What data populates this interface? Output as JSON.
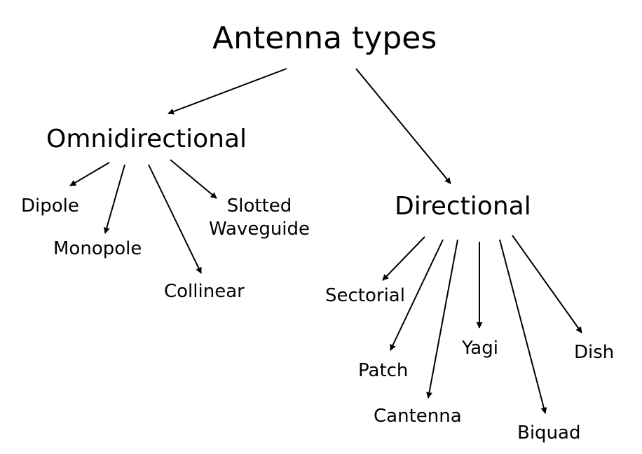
{
  "title": "Antenna types",
  "categories": {
    "omni": "Omnidirectional",
    "directional": "Directional"
  },
  "omni_types": {
    "dipole": "Dipole",
    "monopole": "Monopole",
    "collinear": "Collinear",
    "slotted_waveguide_line1": "Slotted",
    "slotted_waveguide_line2": "Waveguide"
  },
  "directional_types": {
    "sectorial": "Sectorial",
    "patch": "Patch",
    "cantenna": "Cantenna",
    "yagi": "Yagi",
    "biquad": "Biquad",
    "dish": "Dish"
  }
}
